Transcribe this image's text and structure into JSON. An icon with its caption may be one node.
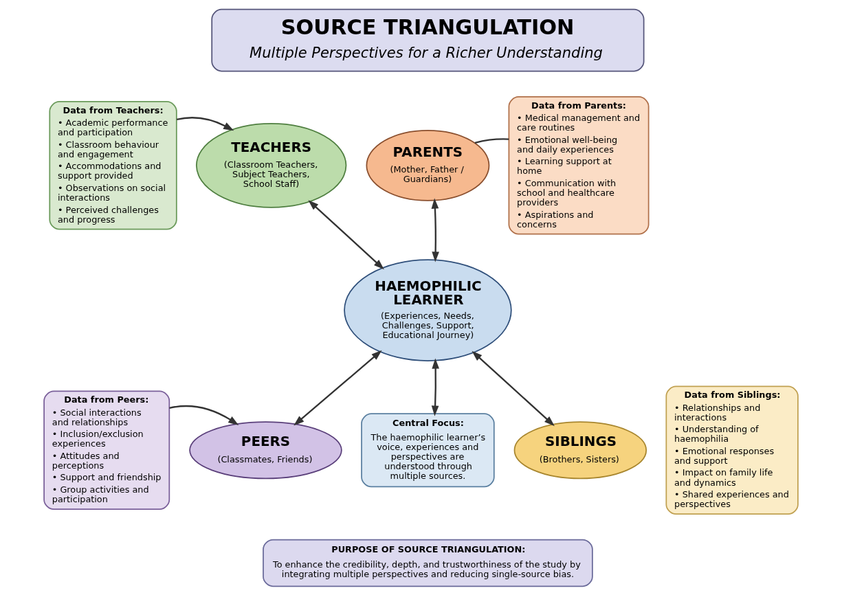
{
  "diagram": {
    "nodes": [
      {
        "text": [
          "SOURCE TRIANGULATION",
          "Multiple Perspectives for a Richer Understanding"
        ]
      },
      {
        "text": [
          "Data from Teachers:",
          "• Academic performance and participation",
          "• Classroom behaviour and engagement",
          "• Accommodations and support provided",
          "• Observations on social interactions",
          "• Perceived challenges and progress"
        ]
      },
      {
        "text": [
          "TEACHERS",
          "(Classroom Teachers, Subject Teachers, School Staff)"
        ]
      },
      {
        "text": [
          "PARENTS",
          "(Mother, Father / Guardians)"
        ]
      },
      {
        "text": [
          "Data from Parents:",
          "• Medical management and care routines",
          "• Emotional well-being and daily experiences",
          "• Learning support at home",
          "• Communication with school and healthcare providers",
          "• Aspirations and concerns"
        ]
      },
      {
        "text": [
          "HAEMOPHILIC LEARNER",
          "(Experiences, Needs, Challenges, Support, Educational Journey)"
        ]
      },
      {
        "text": [
          "Data from Peers:",
          "• Social interactions and relationships",
          "• Inclusion/exclusion experiences",
          "• Attitudes and perceptions",
          "• Support and friendship",
          "• Group activities and participation"
        ]
      },
      {
        "text": [
          "PEERS",
          "(Classmates, Friends)"
        ]
      },
      {
        "text": [
          "Central Focus:",
          "The haemophilic learner’s voice, experiences and perspectives are understood through multiple sources."
        ]
      },
      {
        "text": [
          "SIBLINGS",
          "(Brothers, Sisters)"
        ]
      },
      {
        "text": [
          "Data from Siblings:",
          "• Relationships and interactions",
          "• Understanding of haemophilia",
          "• Emotional responses and support",
          "• Impact on family life and dynamics",
          "• Shared experiences and perspectives"
        ]
      },
      {
        "text": [
          "PURPOSE OF SOURCE TRIANGULATION:",
          "To enhance the credibility, depth, and trustworthiness of the study by integrating multiple perspectives and reducing single-source bias."
        ]
      }
    ],
    "edges": [
      {
        "from": 1,
        "to": 2,
        "arrow": "to"
      },
      {
        "from": 3,
        "to": 4,
        "arrow": "none"
      },
      {
        "from": 2,
        "to": 5,
        "arrow": "both"
      },
      {
        "from": 3,
        "to": 5,
        "arrow": "both"
      },
      {
        "from": 5,
        "to": 7,
        "arrow": "both"
      },
      {
        "from": 5,
        "to": 8,
        "arrow": "both"
      },
      {
        "from": 5,
        "to": 9,
        "arrow": "both"
      },
      {
        "from": 6,
        "to": 7,
        "arrow": "to"
      }
    ]
  }
}
